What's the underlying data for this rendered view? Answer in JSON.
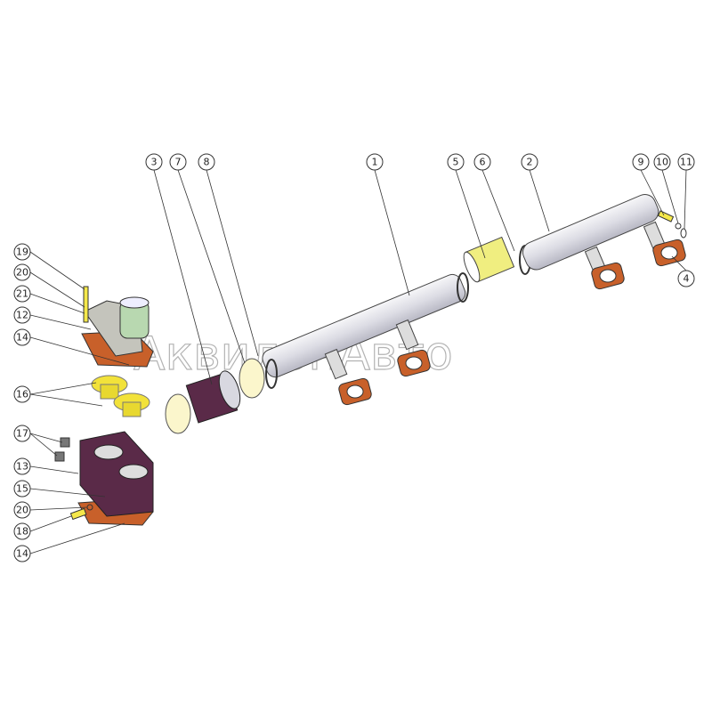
{
  "watermark": "АквилонАвто",
  "colors": {
    "pipe": "#e8e8ec",
    "gasket": "#c8602a",
    "thermostat": "#f2e23a",
    "housing": "#5a2a48",
    "bolt": "#f5e84a",
    "cover": "#b8c8a8"
  },
  "callouts_top": [
    {
      "id": "c3",
      "label": "3"
    },
    {
      "id": "c7",
      "label": "7"
    },
    {
      "id": "c8",
      "label": "8"
    },
    {
      "id": "c1",
      "label": "1"
    },
    {
      "id": "c5",
      "label": "5"
    },
    {
      "id": "c6",
      "label": "6"
    },
    {
      "id": "c2",
      "label": "2"
    },
    {
      "id": "c9",
      "label": "9"
    },
    {
      "id": "c10",
      "label": "10"
    },
    {
      "id": "c11",
      "label": "11"
    },
    {
      "id": "c4",
      "label": "4"
    }
  ],
  "callouts_left": [
    {
      "label": "19"
    },
    {
      "label": "20"
    },
    {
      "label": "21"
    },
    {
      "label": "12"
    },
    {
      "label": "14"
    },
    {
      "label": "16"
    },
    {
      "label": "17"
    },
    {
      "label": "13"
    },
    {
      "label": "15"
    },
    {
      "label": "20"
    },
    {
      "label": "18"
    },
    {
      "label": "14"
    }
  ]
}
